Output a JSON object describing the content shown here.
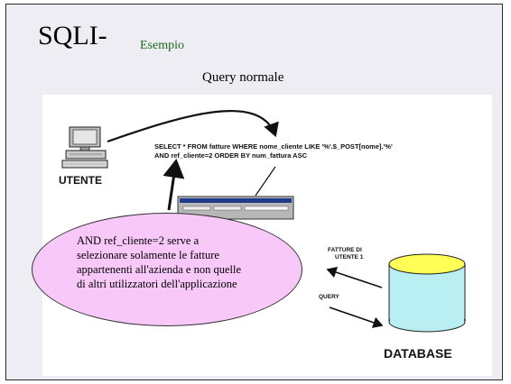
{
  "slide": {
    "title": "SQLI-",
    "subtitle": "Esempio",
    "caption": "Query normale"
  },
  "diagram": {
    "query_lines": [
      "SELECT * FROM fatture WHERE nome_cliente LIKE '%'.$_POST[nome].'%'",
      "AND ref_cliente=2 ORDER BY num_fattura ASC"
    ],
    "user_label": "UTENTE",
    "database_label": "DATABASE",
    "fatture_label_lines": [
      "FATTURE DI",
      "UTENTE 1"
    ],
    "query_label": "QUERY",
    "colors": {
      "callout_fill": "#f8c8f8",
      "database_fill": "#ffff55",
      "database_body": "#b9eef2",
      "subtitle": "#1f6b1f"
    }
  },
  "callout": {
    "lines": [
      "AND ref_cliente=2 serve a",
      "selezionare solamente le fatture",
      "appartenenti all'azienda e non quelle",
      "di altri utilizzatori dell'applicazione"
    ]
  }
}
